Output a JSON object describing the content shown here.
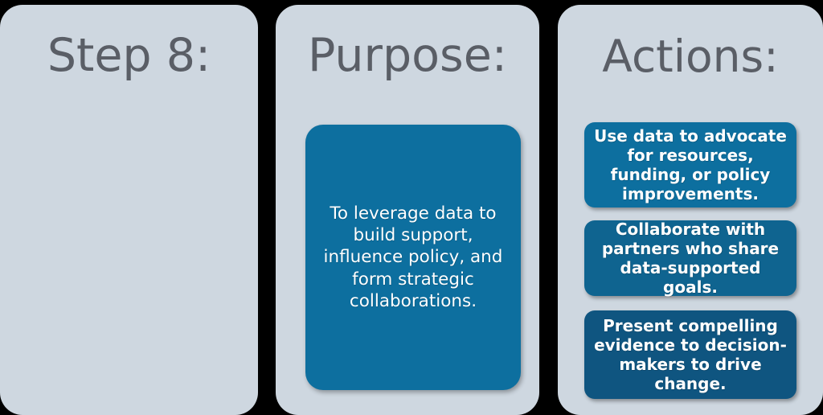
{
  "colors": {
    "background": "#000000",
    "panel_bg": "#ced7e0",
    "title_text": "#5a5e66",
    "blue_primary": "#0d6f9f",
    "blue_mid": "#0f6490",
    "blue_dark": "#0f5580",
    "box_text": "#ffffff"
  },
  "panels": {
    "step": {
      "title": "Step 8:"
    },
    "purpose": {
      "title": "Purpose:",
      "card_text": "To leverage data to build support, influence policy, and form strategic collaborations."
    },
    "actions": {
      "title": "Actions:",
      "items": [
        {
          "text": "Use data to advocate for resources, funding, or policy improvements."
        },
        {
          "text": "Collaborate with partners who share data-supported goals."
        },
        {
          "text": "Present compelling evidence to decision-makers to drive change."
        }
      ]
    }
  }
}
